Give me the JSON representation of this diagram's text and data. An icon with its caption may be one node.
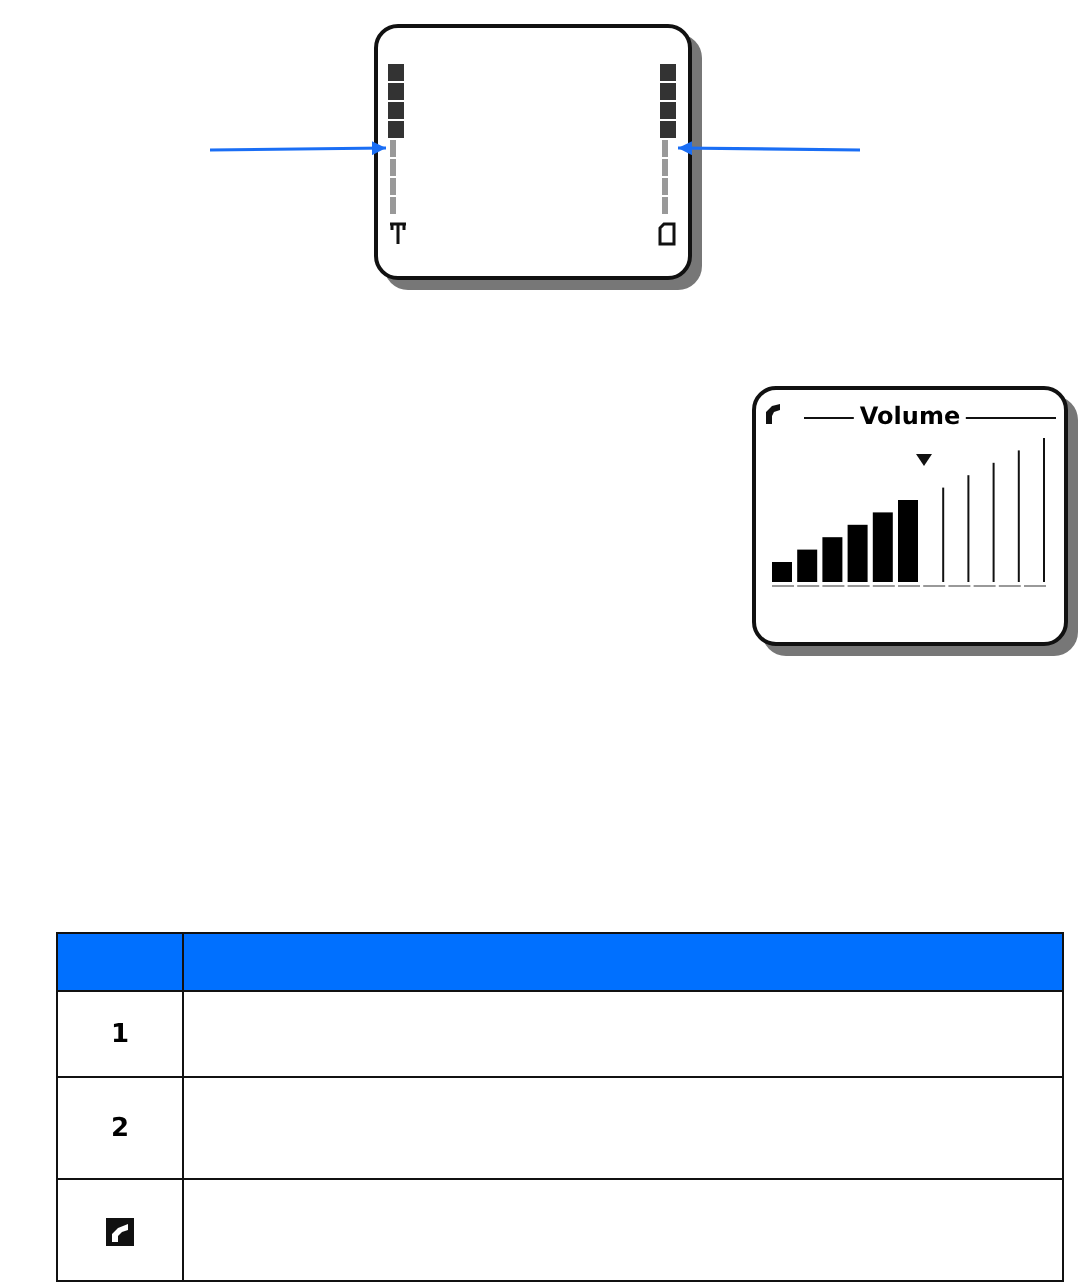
{
  "diagram": {
    "nodes": [
      {
        "text": [],
        "shape": "box"
      },
      {
        "text": [],
        "shape": "bar",
        "in": 0
      },
      {
        "text": [],
        "shape": "bar",
        "in": 0
      },
      {
        "text": [
          "Volume"
        ]
      }
    ],
    "edges": [
      {
        "from": null,
        "to": 1,
        "arrow": "to"
      },
      {
        "from": null,
        "to": 2,
        "arrow": "to"
      }
    ],
    "labels": [
      "1",
      "2"
    ]
  }
}
